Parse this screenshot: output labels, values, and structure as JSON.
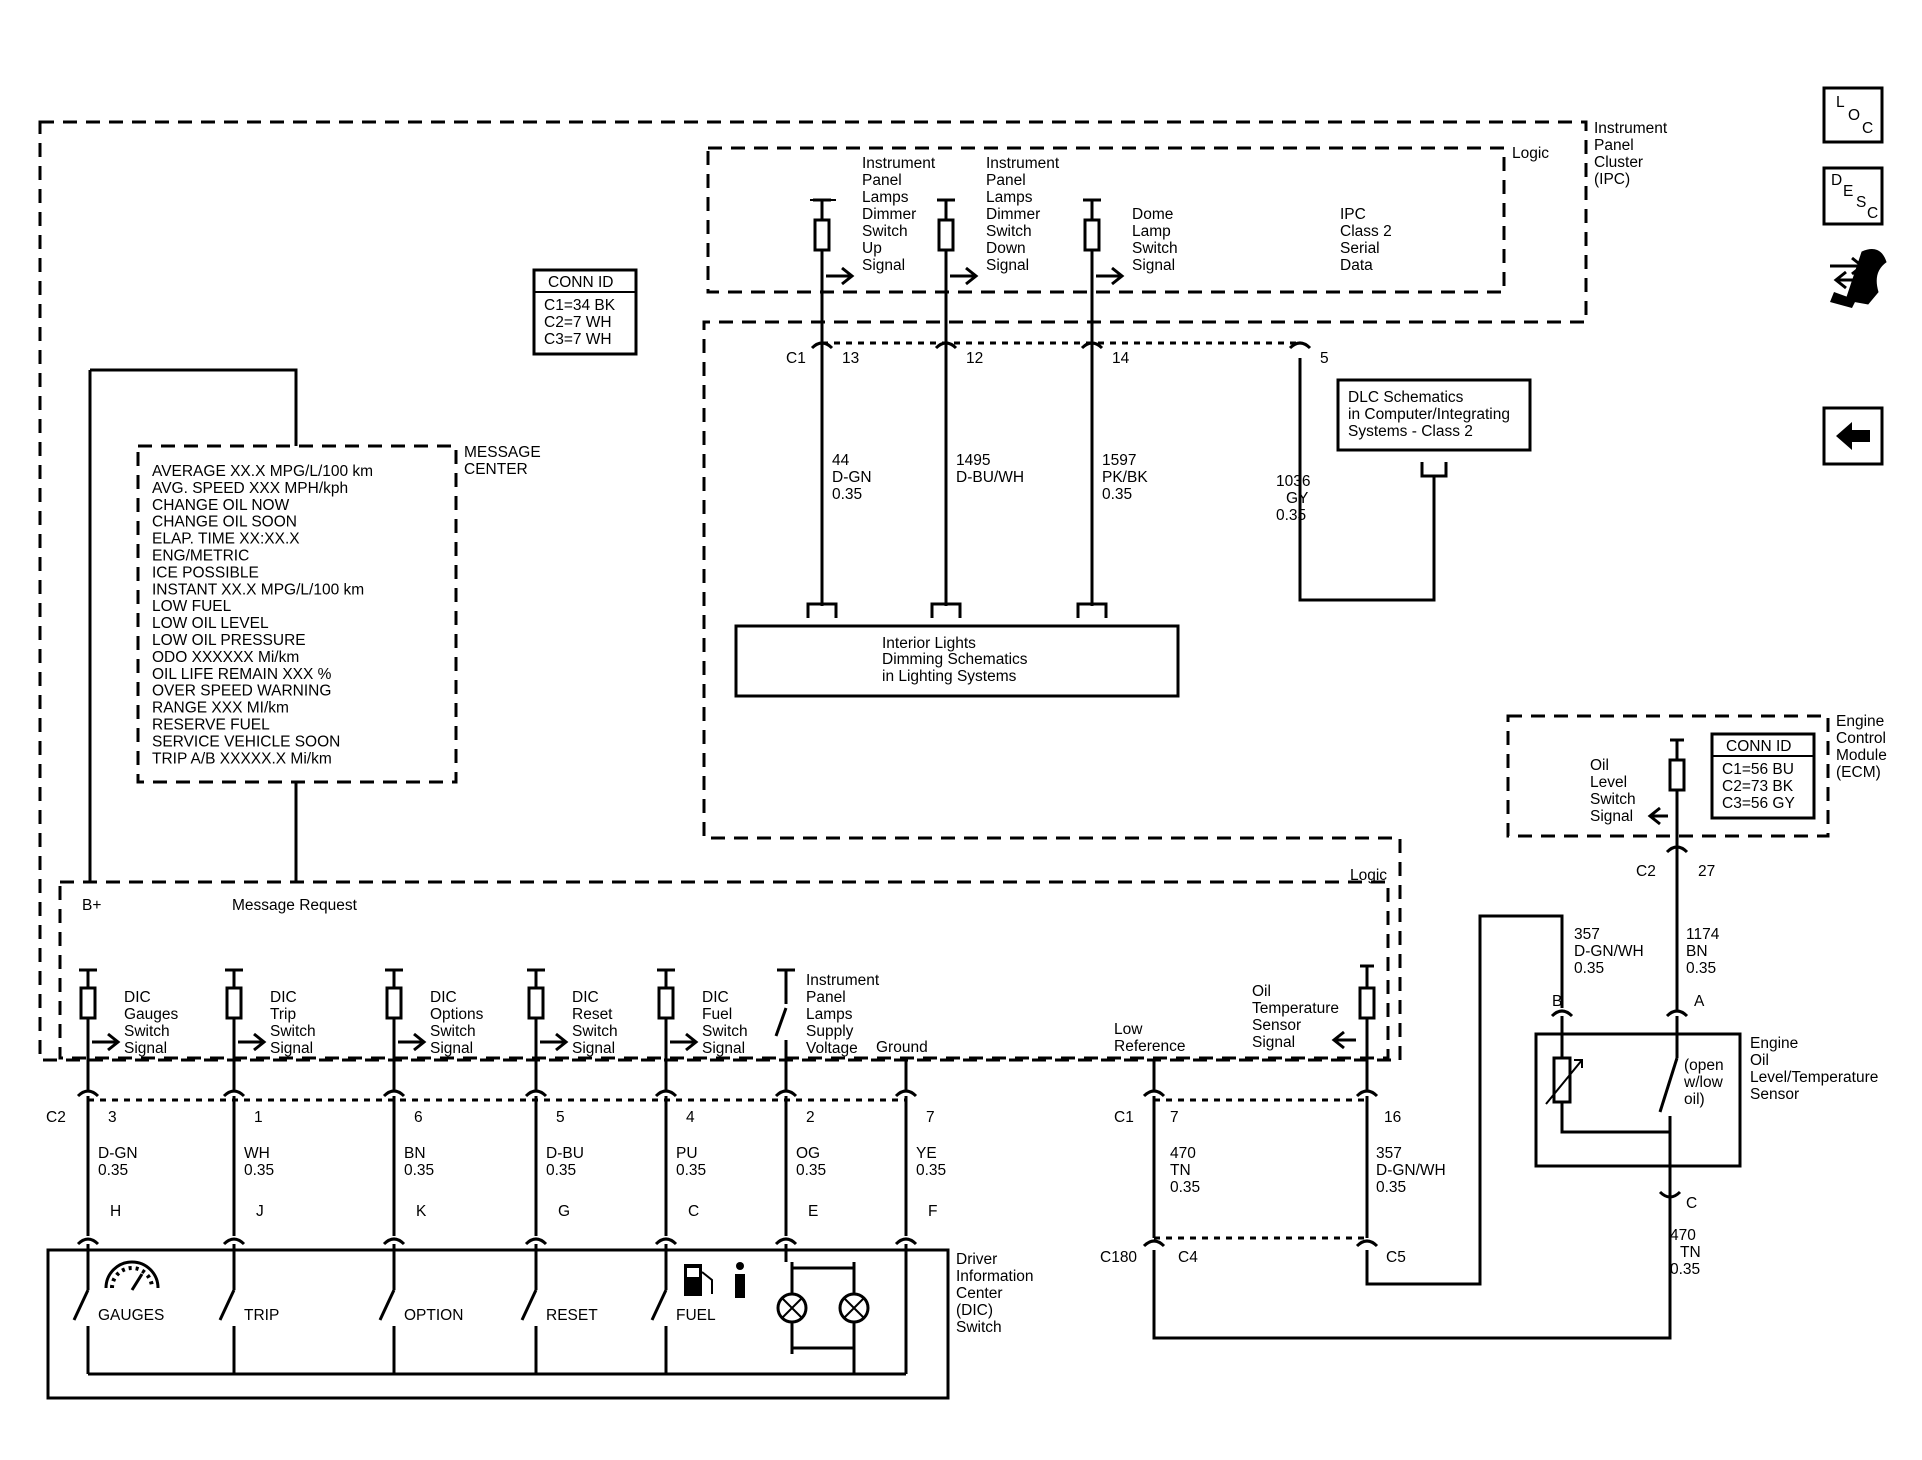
{
  "nav_icons": {
    "loc": [
      "L",
      "O",
      "C"
    ],
    "desc": [
      "D",
      "E",
      "S",
      "C"
    ]
  },
  "ipc": {
    "title": [
      "Instrument",
      "Panel",
      "Cluster",
      "(IPC)"
    ],
    "logic_top": "Logic",
    "logic_bottom": "Logic",
    "conn_id": {
      "title": "CONN ID",
      "lines": [
        "C1=34 BK",
        "C2=7 WH",
        "C3=7 WH"
      ]
    },
    "c1_label": "C1",
    "top_signals": [
      {
        "label": [
          "Instrument",
          "Panel",
          "Lamps",
          "Dimmer",
          "Switch",
          "Up",
          "Signal"
        ],
        "pin": "13",
        "wire": [
          "44",
          "D-GN",
          "0.35"
        ]
      },
      {
        "label": [
          "Instrument",
          "Panel",
          "Lamps",
          "Dimmer",
          "Switch",
          "Down",
          "Signal"
        ],
        "pin": "12",
        "wire": [
          "1495",
          "D-BU/WH",
          ""
        ]
      },
      {
        "label": [
          "Dome",
          "Lamp",
          "Switch",
          "Signal"
        ],
        "pin": "14",
        "wire": [
          "1597",
          "PK/BK",
          "0.35"
        ]
      },
      {
        "label": [
          "IPC",
          "Class 2",
          "Serial",
          "Data"
        ],
        "pin": "5",
        "wire": [
          "1036",
          "GY",
          "0.35"
        ]
      }
    ],
    "b_plus": "B+",
    "message_request": "Message Request",
    "bottom_signals": [
      {
        "label": [
          "DIC",
          "Gauges",
          "Switch",
          "Signal"
        ],
        "pin": "3",
        "wire": [
          "D-GN",
          "0.35"
        ],
        "term": "H"
      },
      {
        "label": [
          "DIC",
          "Trip",
          "Switch",
          "Signal"
        ],
        "pin": "1",
        "wire": [
          "WH",
          "0.35"
        ],
        "term": "J"
      },
      {
        "label": [
          "DIC",
          "Options",
          "Switch",
          "Signal"
        ],
        "pin": "6",
        "wire": [
          "BN",
          "0.35"
        ],
        "term": "K"
      },
      {
        "label": [
          "DIC",
          "Reset",
          "Switch",
          "Signal"
        ],
        "pin": "5",
        "wire": [
          "D-BU",
          "0.35"
        ],
        "term": "G"
      },
      {
        "label": [
          "DIC",
          "Fuel",
          "Switch",
          "Signal"
        ],
        "pin": "4",
        "wire": [
          "PU",
          "0.35"
        ],
        "term": "C"
      },
      {
        "label": [
          "Instrument",
          "Panel",
          "Lamps",
          "Supply",
          "Voltage"
        ],
        "pin": "2",
        "wire": [
          "OG",
          "0.35"
        ],
        "term": "E"
      },
      {
        "label": [
          "Ground"
        ],
        "pin": "7",
        "wire": [
          "YE",
          "0.35"
        ],
        "term": "F"
      }
    ],
    "c2_label": "C2",
    "low_reference": [
      "Low",
      "Reference"
    ],
    "oil_temp_signal": [
      "Oil",
      "Temperature",
      "Sensor",
      "Signal"
    ],
    "c1_right": "C1",
    "low_ref_pin": "7",
    "oil_temp_pin": "16",
    "low_ref_wire": [
      "470",
      "TN",
      "0.35"
    ],
    "oil_temp_wire": [
      "357",
      "D-GN/WH",
      "0.35"
    ]
  },
  "message_center": {
    "title": [
      "MESSAGE",
      "CENTER"
    ],
    "items": [
      "AVERAGE XX.X MPG/L/100 km",
      "AVG. SPEED XXX MPH/kph",
      "CHANGE OIL NOW",
      "CHANGE OIL SOON",
      "ELAP. TIME XX:XX.X",
      "ENG/METRIC",
      "ICE POSSIBLE",
      "INSTANT XX.X MPG/L/100 km",
      "LOW FUEL",
      "LOW OIL LEVEL",
      "LOW OIL PRESSURE",
      "ODO XXXXXX Mi/km",
      "OIL LIFE REMAIN XXX %",
      "OVER SPEED WARNING",
      "RANGE XXX MI/km",
      "RESERVE FUEL",
      "SERVICE VEHICLE SOON",
      "TRIP A/B XXXXX.X Mi/km"
    ]
  },
  "dlc_box": [
    "DLC Schematics",
    "in Computer/Integrating",
    "Systems - Class 2"
  ],
  "interior_lights_box": [
    "Interior Lights",
    "Dimming Schematics",
    "in Lighting Systems"
  ],
  "dic_switch": {
    "title": [
      "Driver",
      "Information",
      "Center",
      "(DIC)",
      "Switch"
    ],
    "switches": [
      "GAUGES",
      "TRIP",
      "OPTION",
      "RESET",
      "FUEL"
    ]
  },
  "ecm": {
    "title": [
      "Engine",
      "Control",
      "Module",
      "(ECM)"
    ],
    "conn_id": {
      "title": "CONN ID",
      "lines": [
        "C1=56 BU",
        "C2=73 BK",
        "C3=56 GY"
      ]
    },
    "signal": [
      "Oil",
      "Level",
      "Switch",
      "Signal"
    ],
    "connector": "C2",
    "pin": "27",
    "wire": [
      "1174",
      "BN",
      "0.35"
    ]
  },
  "sensor": {
    "title": [
      "Engine",
      "Oil",
      "Level/Temperature",
      "Sensor"
    ],
    "pin_b": "B",
    "pin_a": "A",
    "pin_c": "C",
    "switch_note": [
      "(open",
      "w/low",
      "oil)"
    ],
    "wire_b": [
      "357",
      "D-GN/WH",
      "0.35"
    ],
    "wire_c": [
      "470",
      "TN",
      "0.35"
    ]
  },
  "c180": {
    "label": "C180",
    "c4": "C4",
    "c5": "C5"
  }
}
